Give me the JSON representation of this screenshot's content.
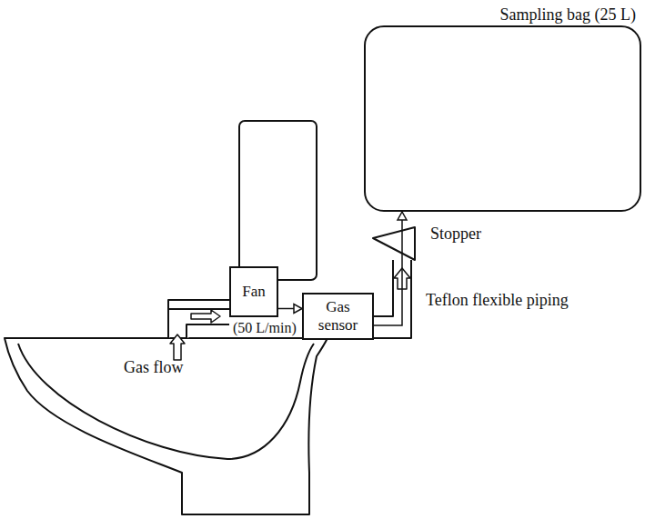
{
  "diagram": {
    "nodes": [
      {
        "text": [
          "Fan",
          "(50 L/min)"
        ]
      },
      {
        "text": [
          "Gas sensor"
        ]
      },
      {
        "text": [
          "Sampling bag (25 L)"
        ]
      }
    ],
    "edges": [
      {
        "from": 0,
        "to": 1,
        "arrow": "to"
      },
      {
        "from": 1,
        "to": 2,
        "arrow": "to"
      }
    ],
    "labels": [
      "Stopper",
      "Teflon flexible piping",
      "Gas flow"
    ]
  }
}
